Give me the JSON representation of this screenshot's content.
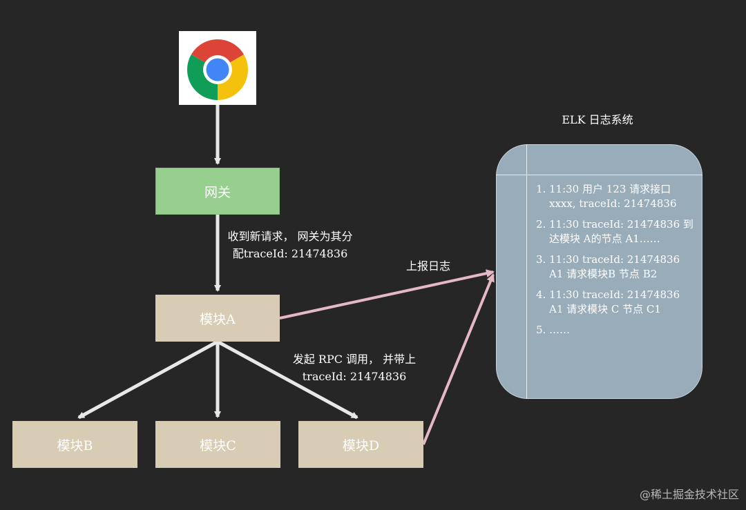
{
  "nodes": {
    "gateway": "网关",
    "module_a": "模块A",
    "module_b": "模块B",
    "module_c": "模块C",
    "module_d": "模块D"
  },
  "labels": {
    "gateway_line1": "收到新请求， 网关为其分",
    "gateway_line2": "配traceId: 21474836",
    "report": "上报日志",
    "rpc_line1": "发起 RPC 调用， 并带上",
    "rpc_line2": "traceId: 21474836"
  },
  "elk": {
    "title": "ELK 日志系统",
    "logs": [
      {
        "num": "1.",
        "text": "11:30 用户 123 请求接口 xxxx, traceId: 21474836"
      },
      {
        "num": "2.",
        "text": "11:30 traceId: 21474836 到达模块 A的节点 A1……"
      },
      {
        "num": "3.",
        "text": "11:30 traceId: 21474836 A1 请求模块B 节点 B2"
      },
      {
        "num": "4.",
        "text": "11:30 traceId: 21474836 A1 请求模块 C 节点 C1"
      },
      {
        "num": "5.",
        "text": "……"
      }
    ]
  },
  "icons": {
    "browser": "chrome-icon"
  },
  "colors": {
    "background": "#262626",
    "gateway": "#97d08e",
    "module": "#d8ccb4",
    "elk_panel": "#99acb9",
    "arrow": "#e8e8e8",
    "report_arrow": "#e4b8c4"
  },
  "watermark": "@稀土掘金技术社区"
}
